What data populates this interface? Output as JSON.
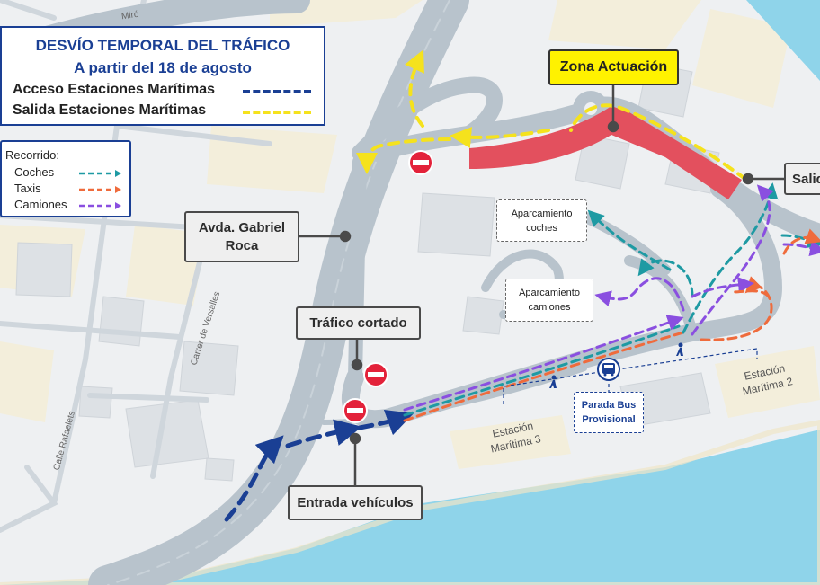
{
  "title": {
    "line1": "DESVÍO TEMPORAL DEL TRÁFICO",
    "line2": "A partir del 18 de agosto",
    "entries": [
      {
        "label": "Acceso Estaciones Marítimas",
        "color": "#1a3f94"
      },
      {
        "label": "Salida Estaciones Marítimas",
        "color": "#f5e21d"
      }
    ]
  },
  "legend": {
    "heading": "Recorrido:",
    "items": [
      {
        "label": "Coches",
        "color": "#1e9aa3"
      },
      {
        "label": "Taxis",
        "color": "#ef6b3c"
      },
      {
        "label": "Camiones",
        "color": "#8a4fe0"
      }
    ]
  },
  "labels": {
    "zona_actuacion": "Zona Actuación",
    "avenue_line1": "Avda. Gabriel",
    "avenue_line2": "Roca",
    "trafico_cortado": "Tráfico cortado",
    "entrada_vehiculos": "Entrada vehículos",
    "salida": "Salid"
  },
  "parking": {
    "coches_line1": "Aparcamiento",
    "coches_line2": "coches",
    "camiones_line1": "Aparcamiento",
    "camiones_line2": "camiones"
  },
  "bus_stop": {
    "line1": "Parada Bus",
    "line2": "Provisional"
  },
  "stations": {
    "s3_line1": "Estación",
    "s3_line2": "Marítima 3",
    "s2_line1": "Estación",
    "s2_line2": "Marítima 2"
  },
  "streets": {
    "miro": "Miró",
    "versalles": "Carrer de Versalles",
    "rafaelets": "Calle Rafaelets"
  },
  "colors": {
    "sea": "#8fd4ea",
    "road": "#b8c3cc",
    "zone": "#e3505e",
    "accent_blue": "#1a3f94",
    "yellow": "#f5e21d"
  }
}
